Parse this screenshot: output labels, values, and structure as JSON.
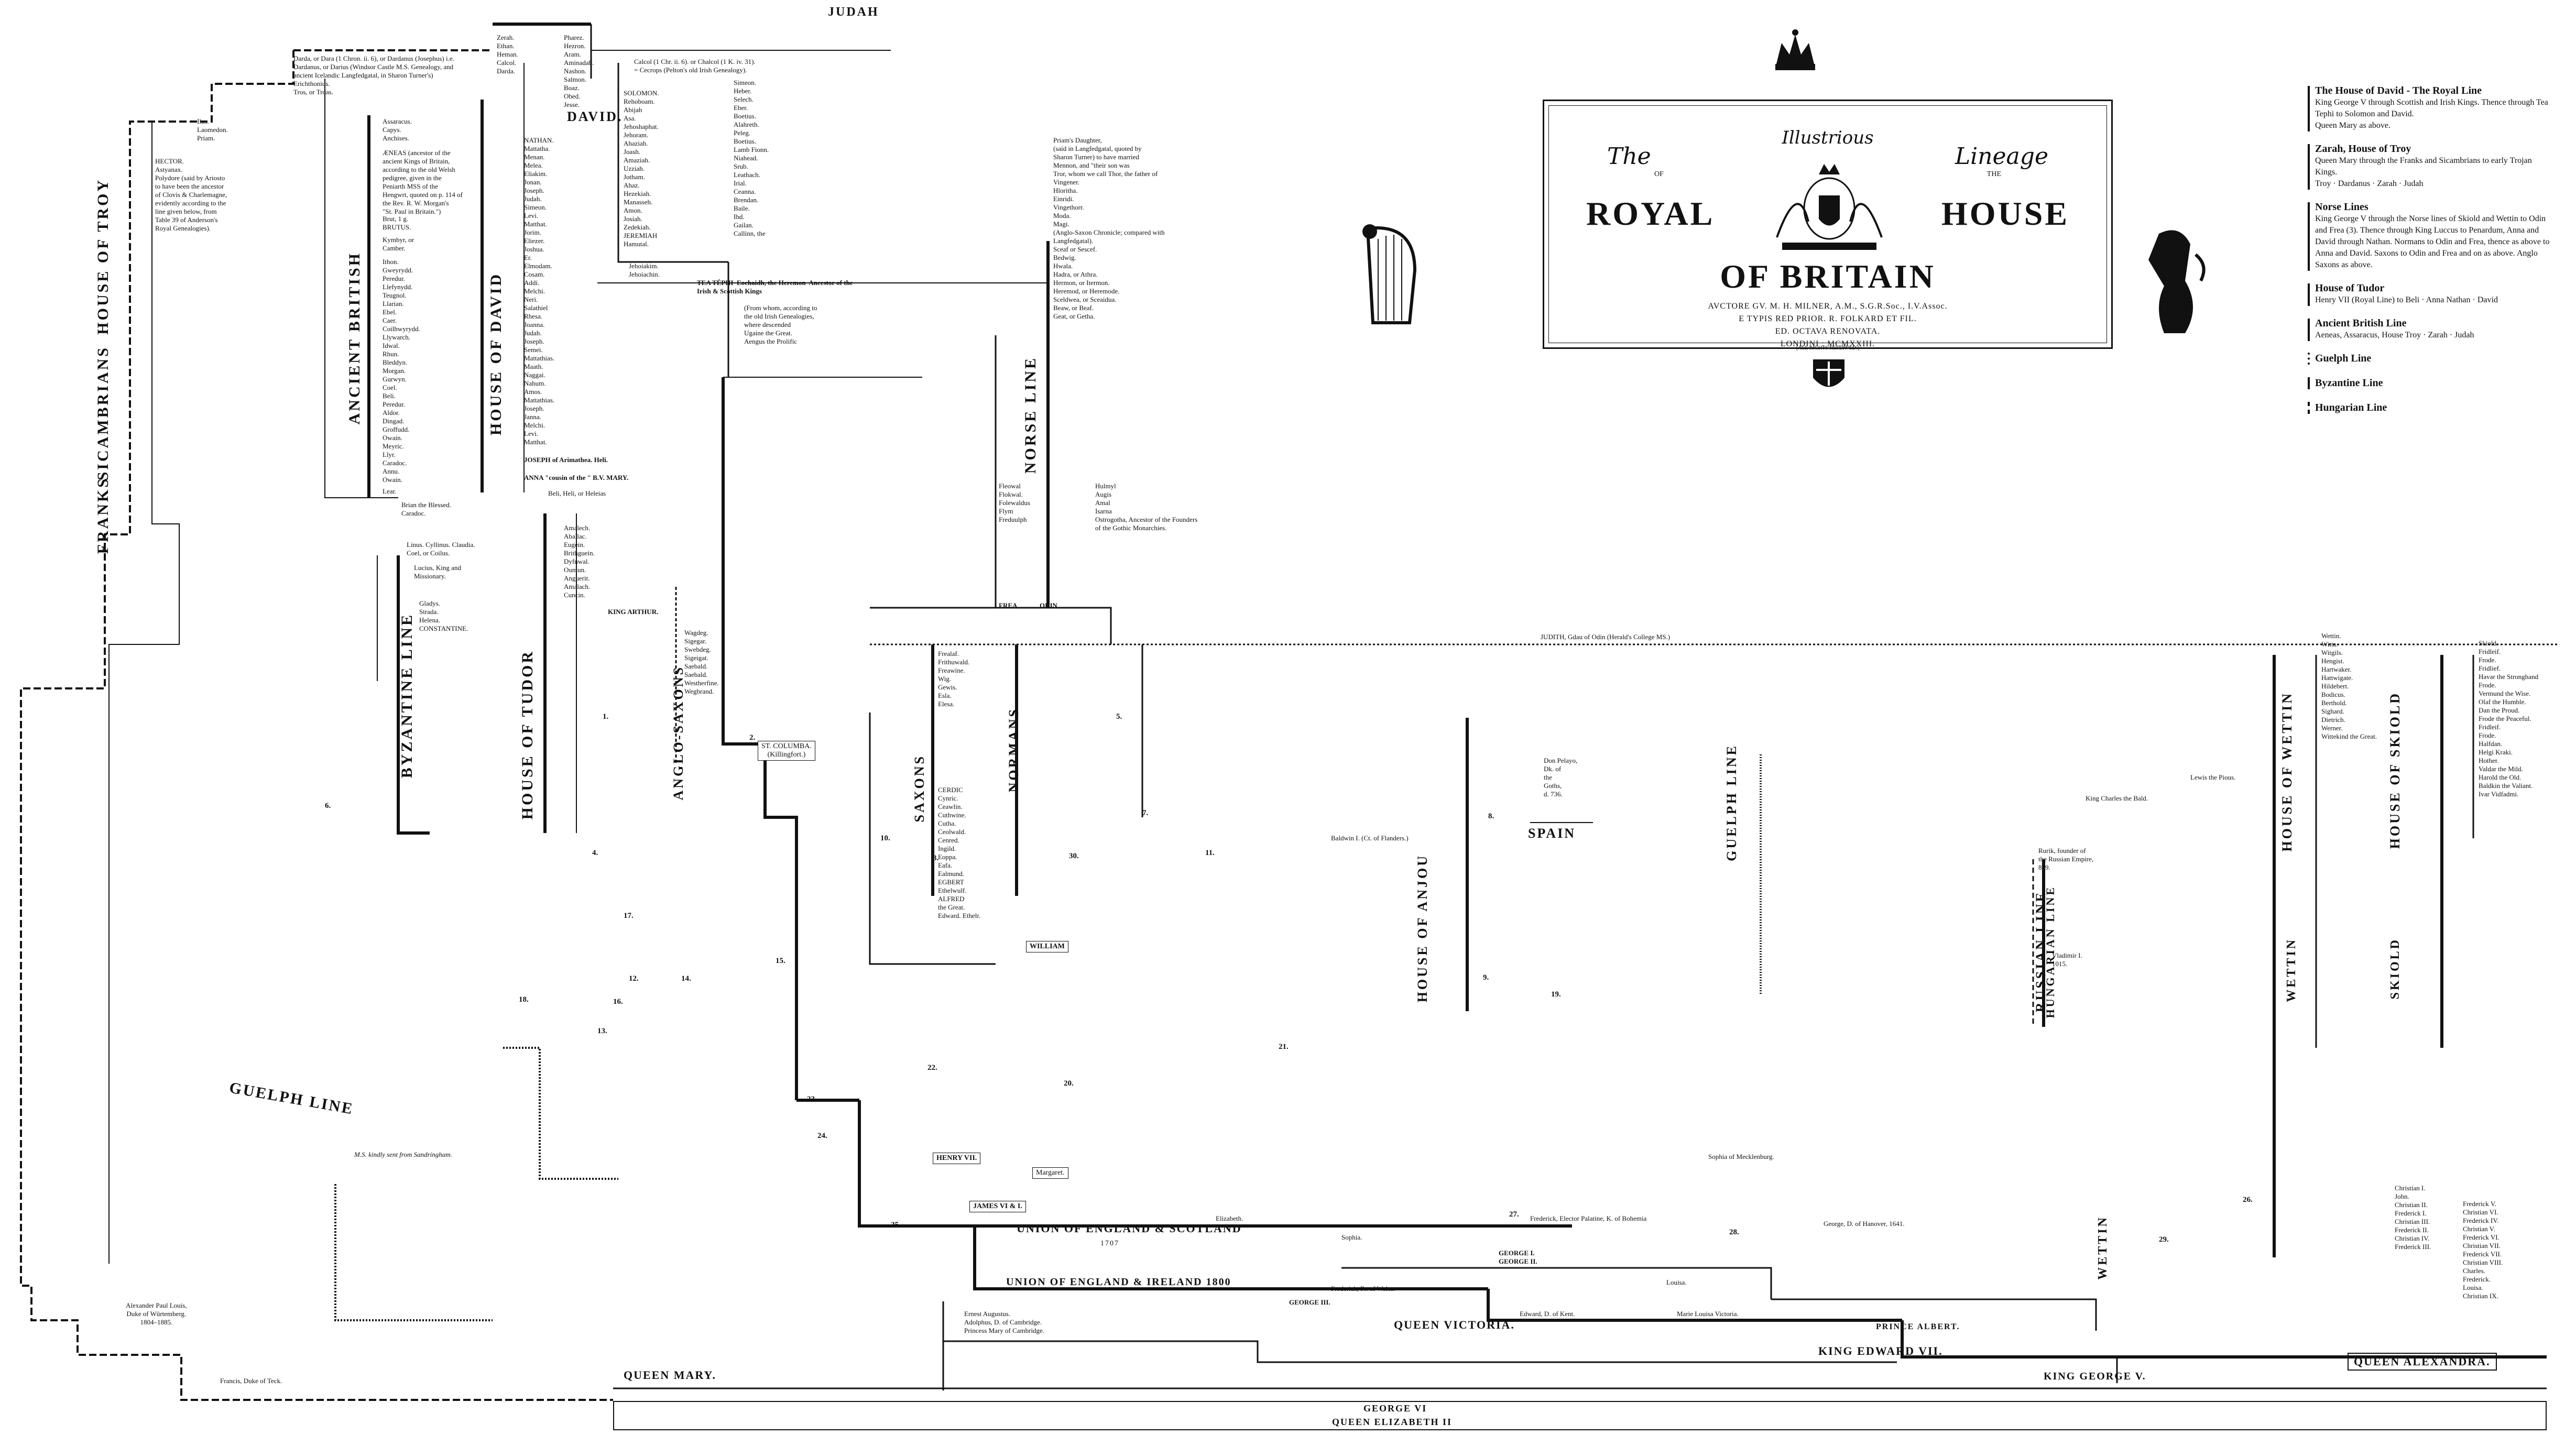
{
  "title": {
    "the": "The",
    "illustrious": "Illustrious",
    "lineage": "Lineage",
    "of": "OF",
    "the2": "THE",
    "royal": "ROYAL",
    "house": "HOUSE",
    "of_britain": "OF BRITAIN",
    "credits": "AVCTORE GV. M. H. MILNER, A.M., S.G.R.Soc., I.V.Assoc.\nE TYPIS RED PRIOR. R. FOLKARD ET FIL.\nED. OCTAVA RENOVATA.\nLONDINI : MCMXXIII.",
    "rights": "[ALL RIGHTS RESERVED.]"
  },
  "legend": {
    "items": [
      {
        "title": "The House of David - The Royal Line",
        "desc": "King George V through Scottish and Irish Kings. Thence through Tea Tephi to Solomon and David.\nQueen Mary as above."
      },
      {
        "title": "Zarah, House of Troy",
        "desc": "Queen Mary through the Franks and Sicambrians to early Trojan Kings.\nTroy · Dardanus · Zarah · Judah"
      },
      {
        "title": "Norse Lines",
        "desc": "King George V through the Norse lines of Skiold and Wettin to Odin and Frea (3). Thence through King Luccus to Penardum, Anna and David through Nathan. Normans to Odin and Frea, thence as above to Anna and David. Saxons to Odin and Frea and on as above. Anglo Saxons as above."
      },
      {
        "title": "House of Tudor",
        "desc": "Henry VII (Royal Line) to Beli · Anna Nathan · David"
      },
      {
        "title": "Ancient British Line",
        "desc": "Aeneas, Assaracus, House Troy · Zarah · Judah"
      }
    ],
    "lines": [
      {
        "label": "Guelph Line",
        "style": "dotted"
      },
      {
        "label": "Byzantine Line",
        "style": "solid"
      },
      {
        "label": "Hungarian Line",
        "style": "dashed"
      }
    ]
  },
  "houses": {
    "judah": "JUDAH",
    "david": "DAVID.",
    "troy": "HOUSE OF TROY",
    "sicambrians": "SICAMBRIANS",
    "franks": "FRANKS",
    "ancient_british": "ANCIENT BRITISH",
    "house_of_david": "HOUSE OF DAVID",
    "byzantine": "BYZANTINE LINE",
    "tudor": "HOUSE OF TUDOR",
    "anglo_saxons": "ANGLO-SAXONS",
    "norse": "NORSE LINE",
    "saxons": "SAXONS",
    "normans": "NORMANS",
    "anjou": "HOUSE OF ANJOU",
    "guelph_right": "GUELPH LINE",
    "russian": "RUSSIAN LINE",
    "hungarian": "HUNGARIAN LINE",
    "wettin_a": "HOUSE OF WETTIN",
    "skiold_a": "HOUSE OF SKIOLD",
    "wettin_b": "WETTIN",
    "skiold_b": "SKIOLD",
    "wettin_c": "WETTIN",
    "guelph_left": "GUELPH LINE",
    "spain": "SPAIN"
  },
  "bands": {
    "union_es": "UNION OF ENGLAND & SCOTLAND",
    "union_ei": "UNION OF ENGLAND & IRELAND  1800",
    "year_1707": "1707",
    "queen_victoria": "QUEEN VICTORIA.",
    "king_edward": "KING EDWARD VII.",
    "queen_alexandra": "QUEEN ALEXANDRA.",
    "queen_mary": "QUEEN MARY.",
    "king_george": "KING GEORGE V.",
    "george_vi": "GEORGE VI",
    "queen_elizabeth": "QUEEN ELIZABETH II",
    "prince_albert": "PRINCE ALBERT.",
    "george_ii": "GEORGE I.\nGEORGE II.",
    "george_iii": "GEORGE III.",
    "frederick_wales": "Frederick, Pr. of Wales.",
    "edward_kent": "Edward, D. of Kent.",
    "marie_louisa": "Marie Louisa Victoria.",
    "louisa": "Louisa.",
    "sophia": "Sophia."
  },
  "names": {
    "ocean": "Zerah.\nEthan.\nHeman.\nCalcol.\nDarda.",
    "pharez": "Pharez.\nHezron.\nAram.\nAminadab.\nNashon.\nSalmon.\nBoaz.\nObed.\nJesse.",
    "calcol": "Calcol (1 Chr. ii. 6). or Chalcol (1 K. iv. 31).\n= Cecrops (Pelton's old Irish Genealogy).",
    "darda": "Darda, or Dara (1 Chron. ii. 6), or Dardanus (Josephus) i.e.\nDardanus, or Darius (Windsor Castle M.S. Genealogy, and\nancient Icelandic Langfedgatal, in Sharon Turner's)\nErichthonius.\nTros, or Troas.",
    "simeon": "Simeon.\nHeber.\nSelech.\nEber.\nBoetius.\nAlahreth.\nPeleg.\nBoetius.\nLamb Fionn.\nNiahead.\nSrub.\nLeathach.\nIrial.\nCeanna.\nBrendan.\nBaile.\nIbd.\nGailan.\nCallinn, the",
    "assaracus": "Ilus.\nLaomedon.\nPriam.",
    "hector": "HECTOR.\nAstyanax.\nPolydore (said by Ariosto\nto have been the ancestor\nof Clovis & Charlemagne,\nevidently according to the\nline given below, from\nTable 39 of Anderson's\nRoyal Genealogies).",
    "capys": "Assaracus.\nCapys.\nAnchises.",
    "aeneas": "ÆNEAS (ancestor of the\nancient Kings of Britain,\naccording to the old Welsh\npedigree, given in the\nPeniarth MSS of the\nHengwrt, quoted on p. 114 of\nthe Rev. R. W. Morgan's\n\"St. Paul in Britain.\")",
    "brut": "Brut, 1 g.\nBRUTUS.",
    "kymbyr": "Kymbyr, or\nCamber.",
    "ithon": "Ithon.\nGweyrydd.\nPeredur.\nLlefynydd.\nTeugnol.\nLlarian.\nEbel.\nCaer.\nCoilhwyrydd.\nLlywarch.\nIdwal.\nRhun.\nBleddyn.\nMorgan.\nGurwyn.\nCoel.\nBeli.\nPeredur.\nAldor.\nDingad.\nGroffudd.\nOwain.\nMeyric.\nLlyr.\nCaradoc.\nAnnu.\nOwain.",
    "lear": "Lear.",
    "nathan": "NATHAN.\nMattatha.\nMenan.\nMelea.\nEliakim.\nJonan.\nJoseph.\nJudah.\nSimeon.\nLevi.\nMatthat.\nJorim.\nEliezer.\nJoshua.\nEr.\nElmodam.\nCosam.\nAddi.\nMelchi.\nNeri.\nSalathiel\nRhesa.\nJoanna.\nJudah.\nJoseph.\nSemei.\nMattathias.\nMaath.\nNaggai.\nNahum.\nAmos.\nMattathias.\nJoseph.\nJanna.\nMelchi.\nLevi.\nMatthat.",
    "joseph_arimathea": "JOSEPH of Arimathea. Heli.",
    "anna": "ANNA \"cousin of the \" B.V. MARY.",
    "solomon": "SOLOMON.\nRehoboam.\nAbijah\nAsa.\nJehoshaphat.\nJehoram.\nAhaziah.\nJoash.\nAmaziah.\nUzziah.\nJotham.\nAhaz.\nHezekiah.\nManasseh.\nAmon.\nJosiah.\nZedekiah.\nJEREMIAH\nHamutal.",
    "jehoiakim": "Jehoiakim.\nJehoiachin.",
    "tea_tephi": "TEA TÉPHI  Eochaidh, the Heremon  Ancestor of the\nIrish & Scottish Kings",
    "ugaine": "(From whom, according to\nthe old Irish Genealogies,\nwhere descended\nUgaine the Great.\nAengus the Prolific",
    "brian": "Brian the Blessed.\nCaradoc.",
    "linus": "Linus.  Cyllinus.  Claudia.\nCoel, or Coilus.",
    "beli": "Beli, Heli, or Heleias",
    "arviragus": "Amalech.\nAballac.\nEugein.\nBrithguein.\nDyfnwal.\nOumun.\nAnguerit.\nAmalach.\nCuncin.",
    "lucius": "Lucius, King and\nMissionary.",
    "gladys": "Gladys.\nStrada.\nHelena.\nCONSTANTINE.",
    "king_arthur": "KING ARTHUR.",
    "wagdeg": "Wagdeg.\nSigegar.\nSwebdeg.\nSigeigat.\nSaebald.\nSaebald.\nWestherfine.\nWegbrand.",
    "cedric": "CERDIC\nCynric.\nCeawlin.\nCuthwine.\nCutha.\nCeolwald.\nCenred.\nIngild.\nEoppa.\nEafa.\nEalmund.\nEGBERT\nEthelwulf.\nALFRED\nthe Great.\nEdward.  Ethelr.",
    "odin": "ODIN",
    "frea": "FREA",
    "frealaf": "Frealaf.\nFrithuwald.\nFreawine.\nWig.\nGewis.\nEsla.\nElesa.",
    "priam_daughter": "Priam's Daughter,\n(said in Langfedgatal, quoted by\nSharon Turner) to have married\nMennon, and \"their son was\nTror, whom we call Thor, the father of\nVingener.\nHloritha.\nEinridi.\nVingethorr.\nModa.\nMagi.\n(Anglo-Saxon Chronicle; compared with\nLangfedgatal).\nSceaf or Sescef.\nBedwig.\nHwala.\nHadra, or Athra.\nHermon, or Itermon.\nHeremod, or Heremode.\nSceldwea, or Sceaidua.\nBeaw, or Beaf.\nGeat, or Getha.",
    "fleowal": "Fleowal\nFlokwal.\nFolewaldus\nFlym\nFreduulph",
    "holmyr": "Hulmyl\nAugis\nAmal\nIsarna\nOstrogotha, Ancestor of the Founders\nof the Gothic Monarchies.",
    "judith": "JUDITH, Gdau of Odin (Herald's College MS.)",
    "baldwin": "Baldwin I. (Ct. of Flanders.)",
    "spain_names": "Don Pelayo,\nDk. of\nthe\nGoths,\nd. 736.",
    "frederick": "Frederick, Elector Palatine, K. of Bohemia",
    "sophia": "Sophia of Mecklenburg.",
    "george_i": "George, D. of Hanover, 1641.",
    "louis_pious": "Lewis the Pious.",
    "charles_bald": "King Charles the Bald.",
    "rurik": "Rurik, founder of\nthe Russian Empire,\n879.",
    "vladimir": "Vladimir I.\n1015.",
    "wettin_list": "Wettin.\nWitta.\nWitgils.\nHengist.\nHartwaker.\nHattwigate.\nHildebert.\nBodicus.\nBerthold.\nSighard.\nDietrich.\nWerner.\nWittekind the Great.",
    "skiold_list": "Skiold.\nFridleif.\nFrode.\nFridlief.\nHavar the Stronghand\nFrode.\nVermund the Wise.\nOlaf the Humble.\nDan the Proud.\nFrode the Peaceful.\nFridleif.\nFrode.\nHalfdan.\nHelgi Kraki.\nHother.\nValdar the Mild.\nHarold the Old.\nBaldkin the Valiant.\nIvar Vidfadmi.",
    "christian_list": "Christian I.\nJohn.\nChristian II.\nFrederick I.\nChristian III.\nFrederick II.\nChristian IV.\nFrederick III.",
    "denmark_list": "Frederick V.\nChristian VI.\nFrederick IV.\nChristian V.\nFrederick VI.\nChristian VII.\nFrederick VII.\nChristian VIII.\nCharles.\nFrederick.\nLouisa.\nChristian IX.",
    "sandringham": "M.S. kindly sent from Sandringham.",
    "guelph_names": "Ernest Augustus.\nAdolphus, D. of Cambridge.\nPrincess Mary of Cambridge.",
    "teck": "Francis, Duke of Teck.",
    "alexander": "Alexander Paul Louis,\nDuke of Würtemberg.\n1804–1885."
  },
  "labels": {
    "st_columba": "ST. COLUMBA.\n(Killingfort.)",
    "william": "WILLIAM",
    "henry_vii": "HENRY VII.",
    "margaret": "Margaret.",
    "james_vi": "JAMES VI & I.",
    "elizabeth": "Elizabeth."
  },
  "numbers": [
    "1.",
    "2.",
    "3.",
    "4.",
    "5.",
    "6.",
    "7.",
    "8.",
    "9.",
    "10.",
    "11.",
    "12.",
    "13.",
    "14.",
    "15.",
    "16.",
    "17.",
    "18.",
    "19.",
    "20.",
    "21.",
    "22.",
    "23.",
    "24.",
    "25.",
    "26.",
    "27.",
    "28.",
    "29.",
    "30."
  ]
}
